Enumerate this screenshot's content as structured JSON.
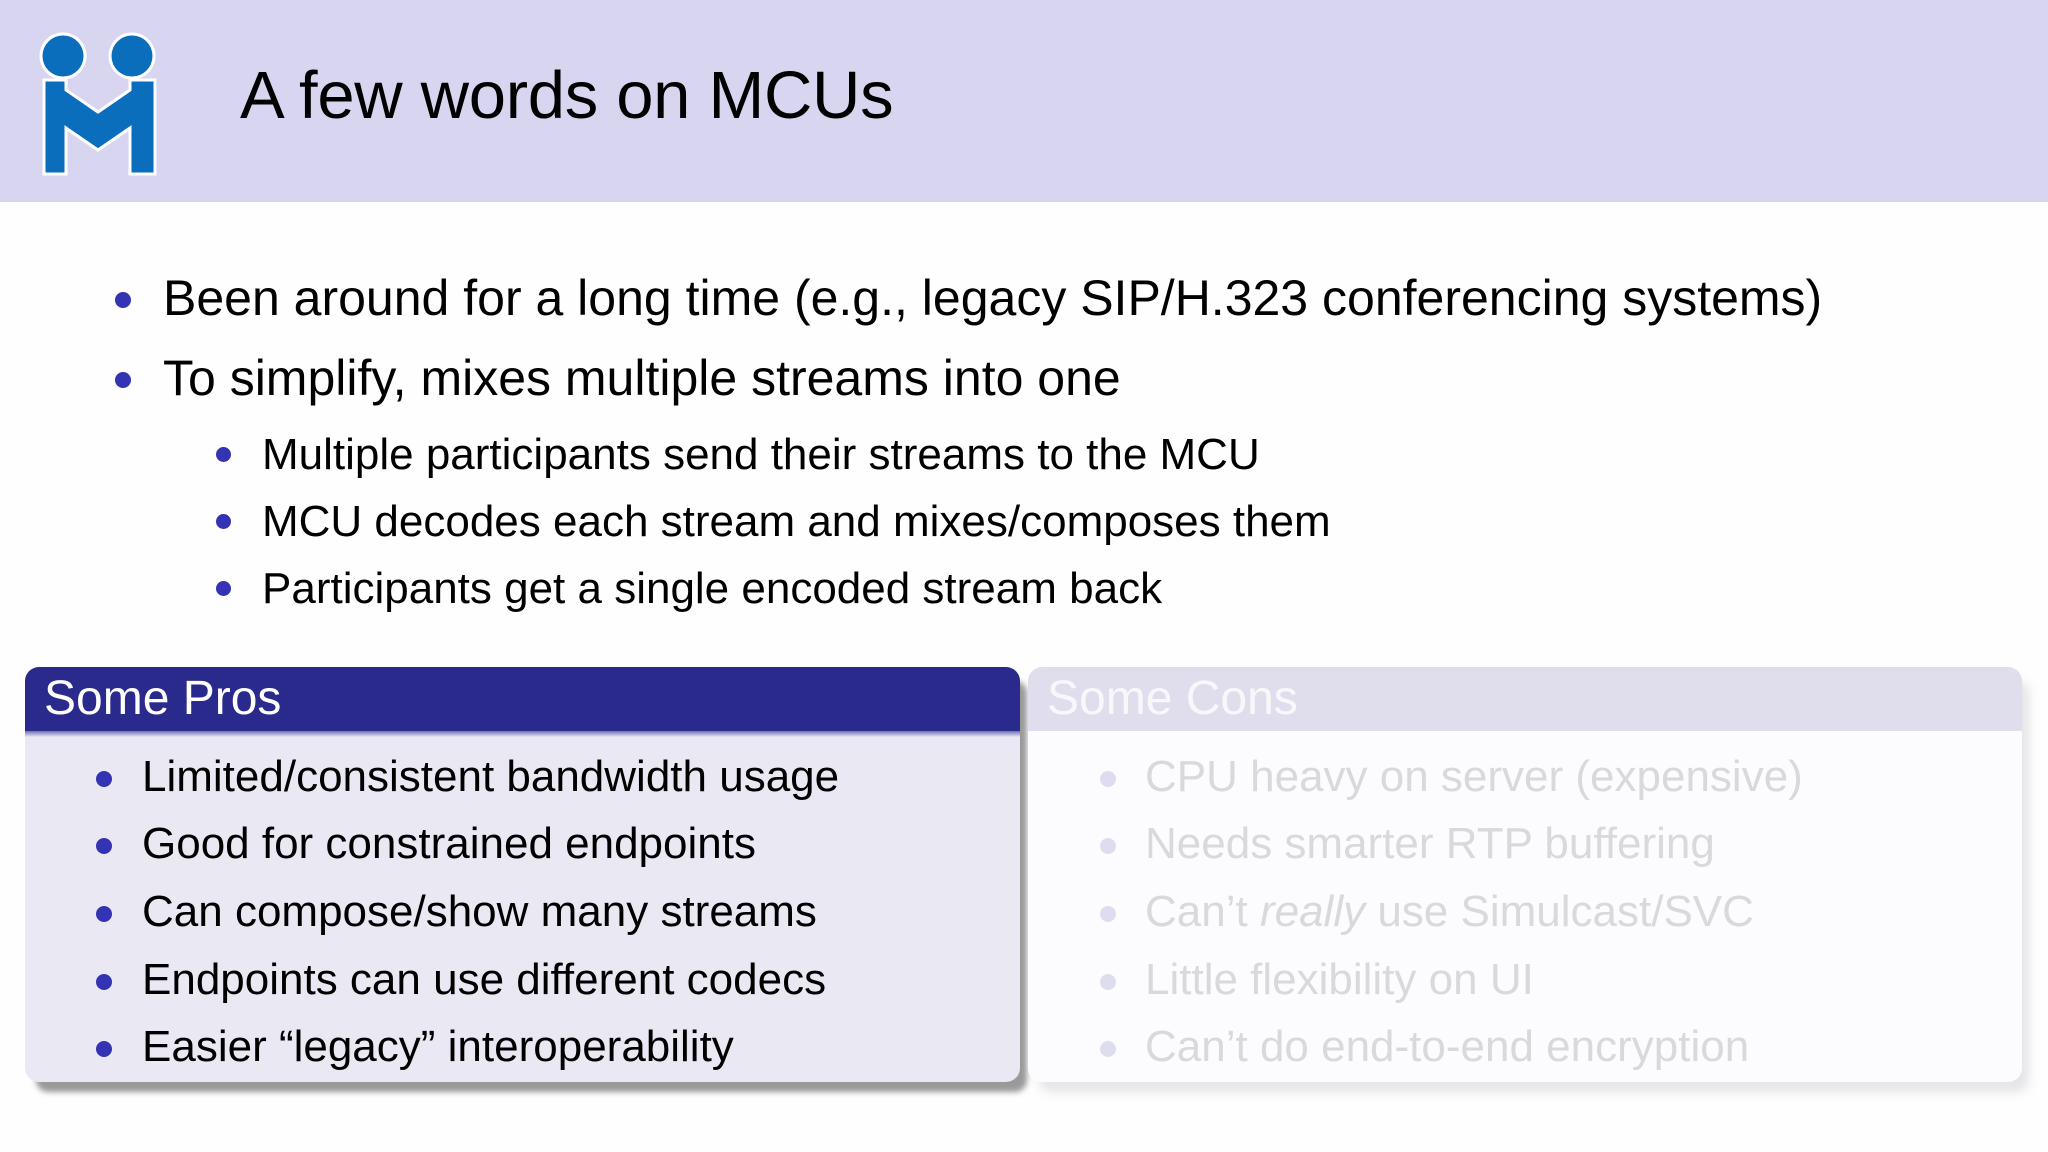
{
  "slide": {
    "title": "A few words on MCUs",
    "logo": "meetecho-logo",
    "colors": {
      "header_band": "#d8d5f0",
      "bullet": "#3333b3",
      "logo_blue": "#0a6ebd",
      "pros_header": "#2a2a8c",
      "pros_body": "#e9e8f3",
      "cons_header": "#e0deed",
      "cons_text": "#d9d9dc"
    }
  },
  "bullets": [
    {
      "text": "Been around for a long time (e.g., legacy SIP/H.323 conferencing systems)"
    },
    {
      "text": "To simplify, mixes multiple streams into one",
      "sub": [
        "Multiple participants send their streams to the MCU",
        "MCU decodes each stream and mixes/composes them",
        "Participants get a single encoded stream back"
      ]
    }
  ],
  "pros": {
    "title": "Some Pros",
    "items": [
      "Limited/consistent bandwidth usage",
      "Good for constrained endpoints",
      "Can compose/show many streams",
      "Endpoints can use different codecs",
      "Easier “legacy” interoperability"
    ]
  },
  "cons": {
    "title": "Some Cons",
    "items": [
      {
        "text": "CPU heavy on server (expensive)"
      },
      {
        "text": "Needs smarter RTP buffering"
      },
      {
        "pre": "Can’t ",
        "em": "really",
        "post": " use Simulcast/SVC"
      },
      {
        "text": "Little flexibility on UI"
      },
      {
        "text": "Can’t do end-to-end encryption"
      }
    ]
  }
}
